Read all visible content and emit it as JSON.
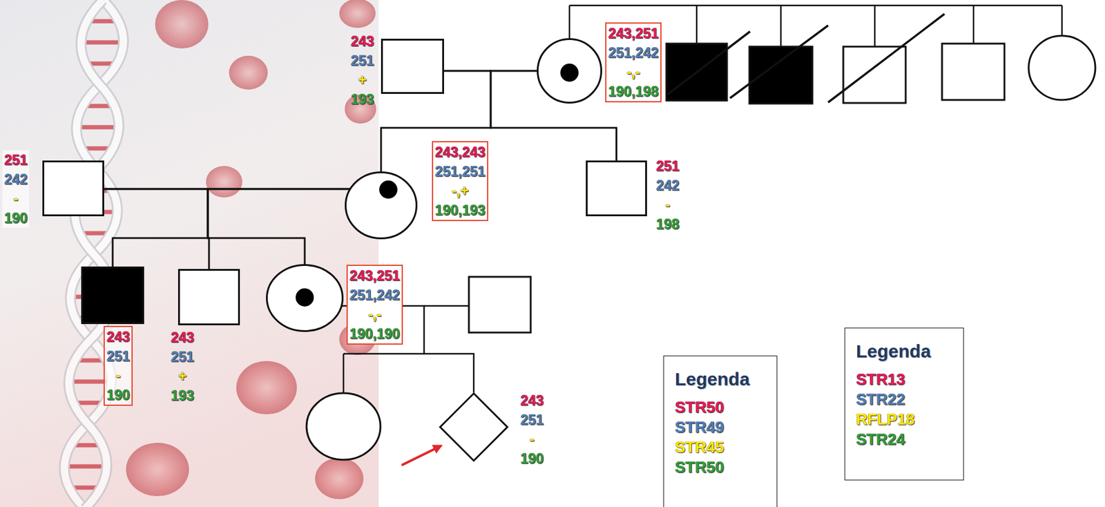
{
  "diagram": {
    "nodes": [
      {
        "text": [
          "243",
          "251",
          "+",
          "193"
        ]
      },
      {
        "text": [
          "243,251",
          "251,242",
          "-,-",
          "190,198"
        ]
      },
      {
        "text": [
          "251",
          "242",
          "-",
          "190"
        ]
      },
      {
        "text": [
          "243,243",
          "251,251",
          "-,+",
          "190,193"
        ]
      },
      {
        "text": [
          "251",
          "242",
          "-",
          "198"
        ]
      },
      {
        "text": [
          "243",
          "251",
          "-",
          "190"
        ]
      },
      {
        "text": [
          "243",
          "251",
          "+",
          "193"
        ]
      },
      {
        "text": [
          "243,251",
          "251,242",
          "-,-",
          "190,190"
        ]
      },
      {
        "text": [
          "243",
          "251",
          "-",
          "190"
        ]
      }
    ],
    "edges": [
      {
        "from": 0,
        "to": 1,
        "arrow": "none"
      },
      {
        "from": 0,
        "to": 3,
        "arrow": "none"
      },
      {
        "from": 1,
        "to": 3,
        "arrow": "none"
      },
      {
        "from": 0,
        "to": 4,
        "arrow": "none"
      },
      {
        "from": 1,
        "to": 4,
        "arrow": "none"
      },
      {
        "from": 2,
        "to": 3,
        "arrow": "none"
      },
      {
        "from": 2,
        "to": 5,
        "arrow": "none"
      },
      {
        "from": 3,
        "to": 5,
        "arrow": "none"
      },
      {
        "from": 2,
        "to": 6,
        "arrow": "none"
      },
      {
        "from": 3,
        "to": 6,
        "arrow": "none"
      },
      {
        "from": 2,
        "to": 7,
        "arrow": "none"
      },
      {
        "from": 3,
        "to": 7,
        "arrow": "none"
      },
      {
        "from": 7,
        "to": 8,
        "arrow": "none"
      }
    ],
    "labels": [
      "Legenda",
      "Legenda"
    ],
    "legend": [
      {
        "text": "STR50",
        "color": "#e8185c"
      },
      {
        "text": "STR49",
        "color": "#4f7db8"
      },
      {
        "text": "STR45",
        "color": "#ffe600"
      },
      {
        "text": "STR50",
        "color": "#2e9e3a"
      },
      {
        "text": "STR13",
        "color": "#e8185c"
      },
      {
        "text": "STR22",
        "color": "#4f7db8"
      },
      {
        "text": "RFLP18",
        "color": "#ffe600"
      },
      {
        "text": "STR24",
        "color": "#2e9e3a"
      }
    ]
  }
}
